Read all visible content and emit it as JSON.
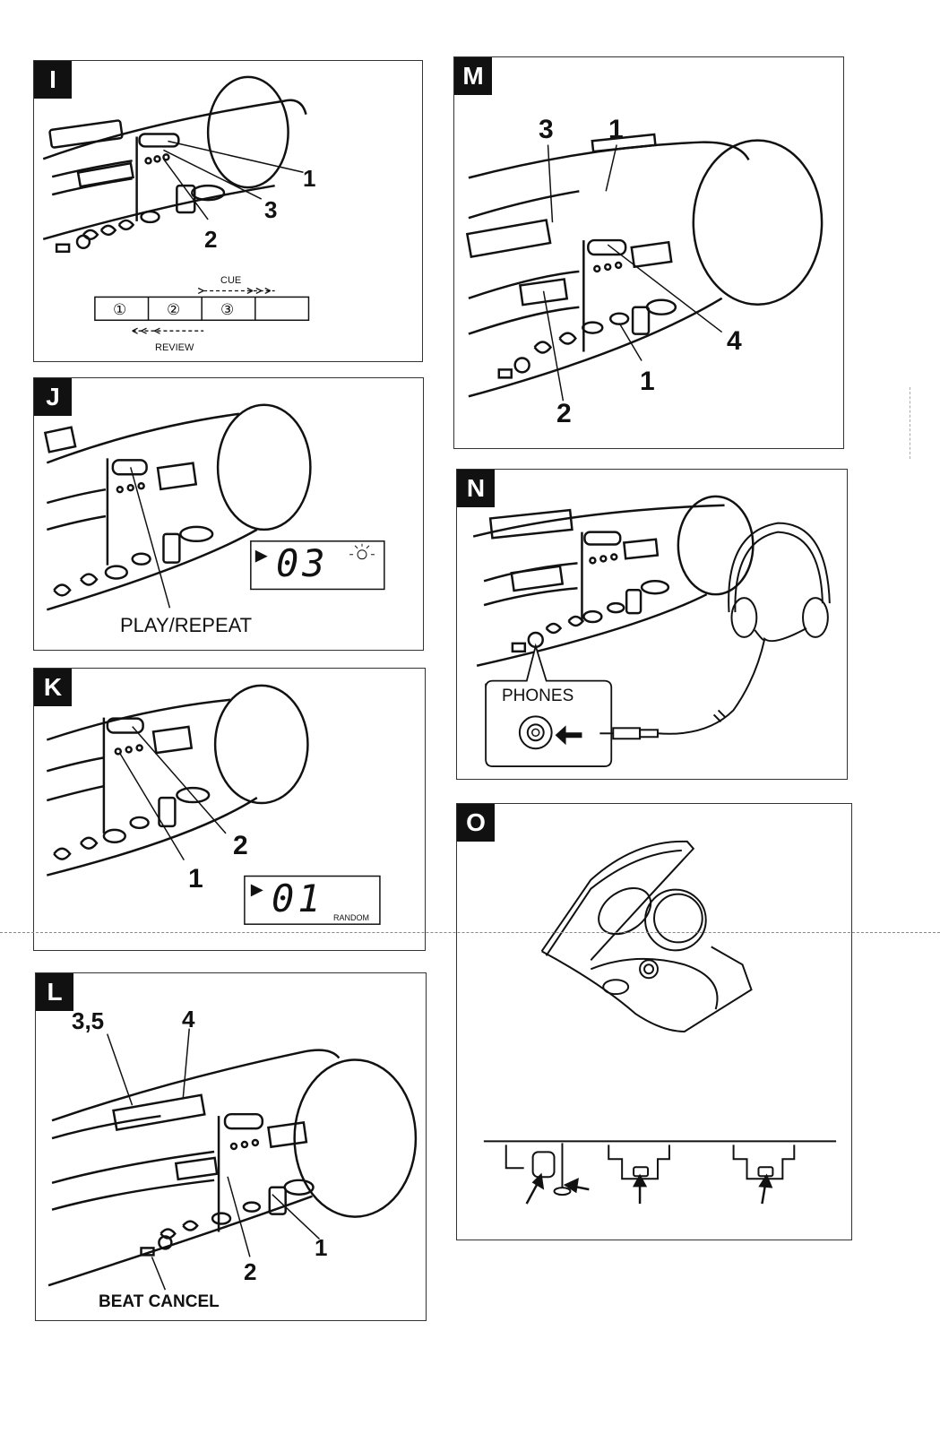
{
  "panels": {
    "I": {
      "tag": "I",
      "callouts": [
        "1",
        "2",
        "3"
      ],
      "cue_label": "CUE",
      "review_label": "REVIEW",
      "tracks": [
        "①",
        "②",
        "③"
      ]
    },
    "J": {
      "tag": "J",
      "display_digits": "03",
      "button_label": "PLAY/REPEAT"
    },
    "K": {
      "tag": "K",
      "callouts": [
        "1",
        "2"
      ],
      "display_digits": "01",
      "display_mode": "RANDOM"
    },
    "L": {
      "tag": "L",
      "callouts": [
        "3,5",
        "4",
        "2",
        "1"
      ],
      "beat_cancel_label": "BEAT CANCEL"
    },
    "M": {
      "tag": "M",
      "callouts": [
        "3",
        "1",
        "4",
        "1",
        "2"
      ]
    },
    "N": {
      "tag": "N",
      "phones_label": "PHONES"
    },
    "O": {
      "tag": "O"
    }
  }
}
